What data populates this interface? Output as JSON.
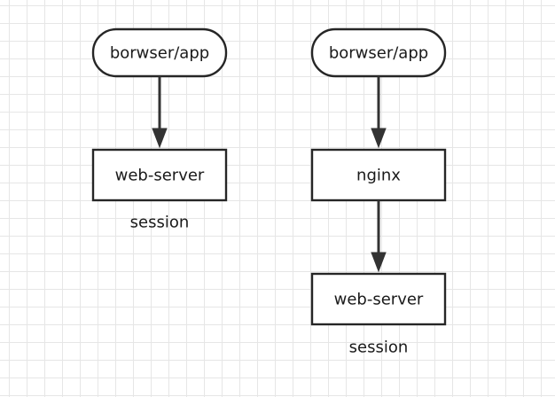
{
  "left_flow": {
    "client_label": "borwser/app",
    "server_label": "web-server",
    "session_label": "session"
  },
  "right_flow": {
    "client_label": "borwser/app",
    "proxy_label": "nginx",
    "server_label": "web-server",
    "session_label": "session"
  },
  "colors": {
    "stroke": "#262626",
    "arrow": "#333333",
    "grid": "#e6e6e6",
    "background": "#ffffff"
  }
}
